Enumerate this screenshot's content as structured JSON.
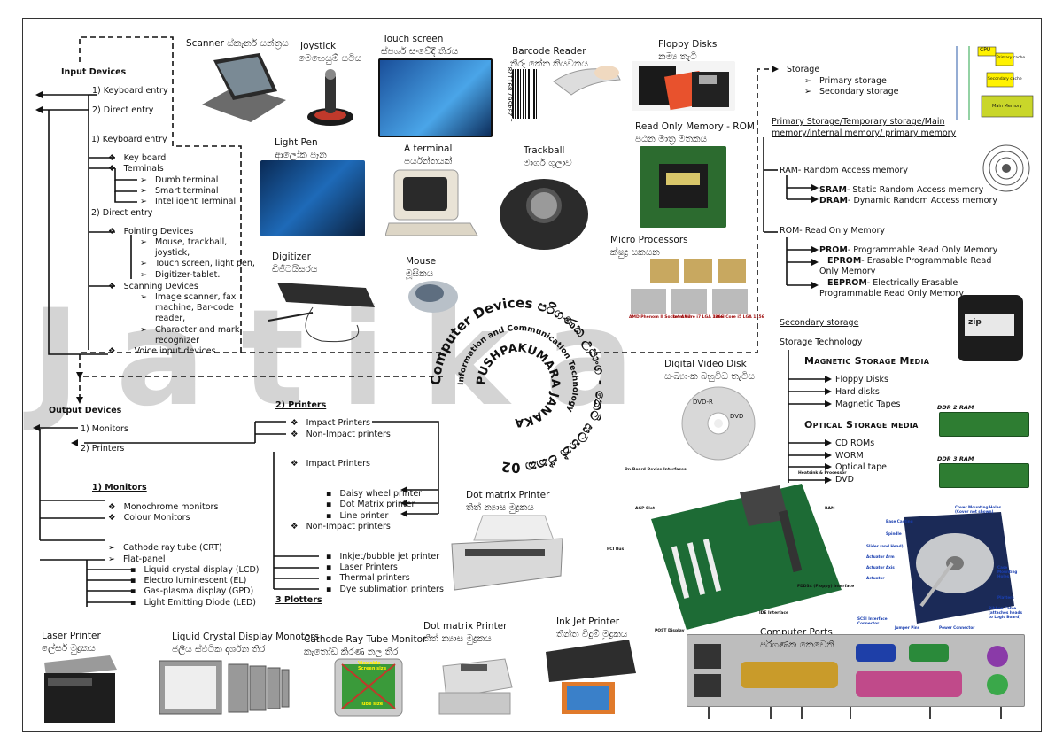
{
  "watermark": "Jatika",
  "center_logo": {
    "ring_text": "Computer Devices පරිගණක උපාංග - කෙටි සටහන් ඒකක 02",
    "inner_text": "PUSHPAKUMARA JANAKA",
    "middle_text": "Information and Communication Technology"
  },
  "input": {
    "title": "Input Devices",
    "item1": "1) Keyboard entry",
    "item2": "2) Direct entry",
    "kb_head": "1) Keyboard entry",
    "keyboard": "Key board",
    "terminals": "Terminals",
    "dumb": "Dumb terminal",
    "smart": "Smart terminal",
    "intelligent": "Intelligent Terminal",
    "direct_head": "2) Direct entry",
    "pointing": "Pointing Devices",
    "p1a": "Mouse, trackball,",
    "p1b": "joystick,",
    "p2": "Touch screen, light pen,",
    "p3": "Digitizer-tablet.",
    "scanning": "Scanning Devices",
    "s1a": "Image scanner, fax",
    "s1b": "machine, Bar-code",
    "s1c": "reader,",
    "s2a": "Character and mark",
    "s2b": "recognizer",
    "voice": "Voice input devices"
  },
  "output": {
    "title": "Output Devices",
    "o1": "1) Monitors",
    "o2": "2) Printers",
    "mon_head": "1) Monitors",
    "mono": "Monochrome monitors",
    "colour": "Colour Monitors",
    "crt": "Cathode ray tube (CRT)",
    "flat": "Flat-panel",
    "lcd": "Liquid crystal display (LCD)",
    "el": "Electro luminescent (EL)",
    "gpd": "Gas-plasma display (GPD)",
    "led": "Light Emitting Diode (LED)",
    "printers_head": "2) Printers",
    "impact": "Impact Printers",
    "nonimpact": "Non-Impact printers",
    "impact2": "Impact Printers",
    "daisy": "Daisy wheel printer",
    "dotm": "Dot Matrix printer",
    "linep": "Line printer",
    "nonimpact2": "Non-Impact printers",
    "inkjet": "Inkjet/bubble jet printer",
    "laser": "Laser Printers",
    "thermal": "Thermal printers",
    "dye": "Dye sublimation printers",
    "plotters": "3 Plotters"
  },
  "storage": {
    "title": "Storage",
    "primary": "Primary storage",
    "secondary": "Secondary storage",
    "primary_head1": "Primary Storage/Temporary storage/Main",
    "primary_head2": "memory/internal memory/ primary memory",
    "ram": "RAM- Random Access memory",
    "sram_b": "SRAM",
    "sram": "- Static Random Access memory",
    "dram_b": "DRAM",
    "dram": "- Dynamic Random Access memory",
    "rom": "ROM- Read Only Memory",
    "prom_b": "PROM",
    "prom": "- Programmable Read Only Memory",
    "eprom_b": "EPROM",
    "eprom1": "- Erasable Programmable Read",
    "eprom2": "Only  Memory",
    "eeprom_b": "EEPROM",
    "eeprom1": "- Electrically Erasable",
    "eeprom2": "Programmable Read Only Memory",
    "secondary_head": "Secondary storage",
    "tech": "Storage Technology",
    "magnetic": "Magnetic Storage Media",
    "floppy": "Floppy Disks",
    "hard": "Hard disks",
    "tapes": "Magnetic Tapes",
    "optical": "Optical Storage media",
    "cd": "CD ROMs",
    "worm": "WORM",
    "otape": "Optical tape",
    "dvd": "DVD"
  },
  "captions": {
    "scanner": "Scanner ස්කෑනර් යන්ත්‍රය",
    "joystick_en": "Joystick",
    "joystick_si": "මෙහෙයුම් යටිය",
    "touch_en": "Touch screen",
    "touch_si": "ස්පර්ශ සංවේදී තිරය",
    "barcode_en": "Barcode Reader",
    "barcode_si": "තීරු කේත කියවනය",
    "floppy_en": "Floppy Disks",
    "floppy_si": "නම්‍ය තැටි",
    "rom_en": "Read Only Memory - ROM",
    "rom_si": "පඨන මාත්‍ර මතකය",
    "lightpen_en": "Light Pen",
    "lightpen_si": "ආලෝක පෑන",
    "terminal_en": "A terminal",
    "terminal_si": "පර්යන්තයක්",
    "trackball_en": "Trackball",
    "trackball_si": "මාර්ග ගුලාව",
    "micro_en": "Micro Processors",
    "micro_si": "ක්ෂුද්‍ර සකසන",
    "digitizer_en": "Digitizer",
    "digitizer_si": "ඩිජිටයිසරය",
    "mouse_en": "Mouse",
    "mouse_si": "මූසිකය",
    "dvd_en": "Digital Video Disk",
    "dvd_si": "සංඛ්‍යාංක බහුවිධ තැටිය",
    "dotmatrix_en": "Dot matrix Printer",
    "dotmatrix_si": "තිත් න්‍යාස මුද්‍රකය",
    "laser_en": "Laser Printer",
    "laser_si": "ලේසර් මුද්‍රකය",
    "lcd_en": "Liquid Crystal Display Monotors",
    "lcd_si": "ජලීය ස්ඵටික දර්ශන තිර",
    "crt_en": "Cathode Ray Tube Monitor",
    "crt_si": "කැතෝඩ කිරණ නල තිර",
    "dotm2_en": "Dot matrix Printer",
    "dotm2_si": "තිත් න්‍යාස මුද්‍රකය",
    "inkjet_en": "Ink Jet Printer",
    "inkjet_si": "තීන්ත විදුම් මුද්‍රකය",
    "ports_en": "Computer Ports",
    "ports_si": "පරිගණක කෙවෙනි"
  },
  "image_labels": {
    "cpu": "CPU",
    "primary_cache": "Primary cache",
    "secondary_cache": "Secondary cache",
    "main_memory": "Main Memory",
    "ddr2": "DDR 2 RAM",
    "ddr3": "DDR 3 RAM",
    "dvd_r": "DVD-R",
    "dvd": "DVD",
    "amd": "AMD Phenom II Socket AM3",
    "i7": "Intel Core i7 LGA 1366",
    "i5": "Intel Core i5 LGA 1156",
    "viewable": "Viewable Screen size",
    "tube": "Tube size",
    "mb_onboard": "On-Board Device Interfaces",
    "mb_agp": "AGP Slot",
    "mb_pci": "PCI Bus",
    "mb_ram": "RAM",
    "mb_heatsink": "Heatsink & Processor",
    "mb_floppy": "FDD34 (Floppy) Interface",
    "mb_ide": "IDE Interface",
    "mb_post": "POST Display",
    "hd_base": "Base Casting",
    "hd_spindle": "Spindle",
    "hd_slider": "Slider (and Head)",
    "hd_arm": "Actuator Arm",
    "hd_axis": "Actuator Axis",
    "hd_actuator": "Actuator",
    "hd_cover": "Cover Mounting Holes (Cover not shown)",
    "hd_case": "Case Mounting Holes",
    "hd_platters": "Platters",
    "hd_ribbon": "Ribbon Cable (attaches heads to Logic Board)",
    "hd_scsi": "SCSI Interface Connector",
    "hd_jumper": "Jumper Pins",
    "hd_power": "Power Connector",
    "barcode_digits": "1 234567 891128",
    "zip": "zip"
  }
}
